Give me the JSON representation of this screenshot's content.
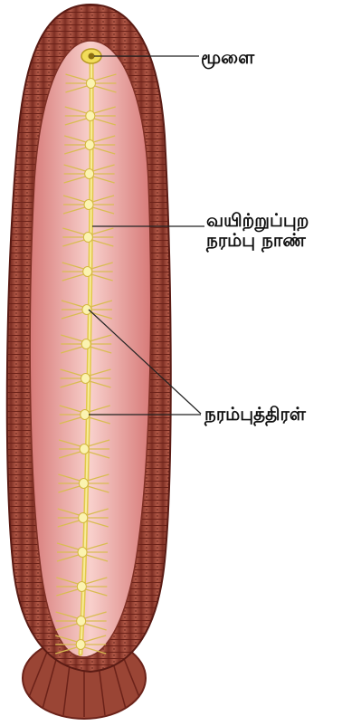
{
  "labels": {
    "brain": "மூளை",
    "ventral_nerve_cord_line1": "வயிற்றுப்புற",
    "ventral_nerve_cord_line2": "நரம்பு நாண்",
    "ganglia": "நரம்புத்திரள்"
  },
  "colors": {
    "body_wall": "#a54a3a",
    "body_inner": "#e78c8a",
    "body_core": "#f6c8c4",
    "nerve": "#ecd86a",
    "ganglion": "#fbf3b0",
    "leader_line": "#222222"
  }
}
